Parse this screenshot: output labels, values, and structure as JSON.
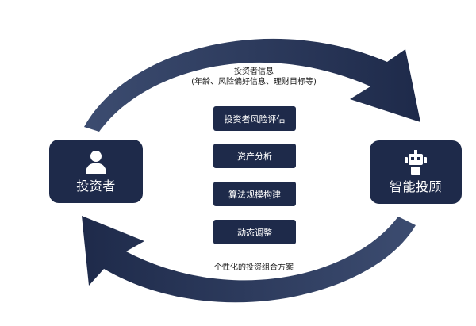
{
  "diagram": {
    "investor": {
      "label": "投资者",
      "icon": "person-icon"
    },
    "advisor": {
      "label": "智能投顾",
      "icon": "robot-icon"
    },
    "top_flow": {
      "title": "投资者信息",
      "detail": "(年龄、风险偏好信息、理财目标等)"
    },
    "bottom_flow": {
      "title": "个性化的投资组合方案"
    },
    "steps": [
      {
        "label": "投资者风险评估"
      },
      {
        "label": "资产分析"
      },
      {
        "label": "算法规模构建"
      },
      {
        "label": "动态调整"
      }
    ],
    "colors": {
      "node": "#1e2a4a",
      "arrow_dark": "#1e2a4a",
      "arrow_light": "#3c4c70",
      "text": "#1a1a1a",
      "background": "#ffffff"
    }
  }
}
